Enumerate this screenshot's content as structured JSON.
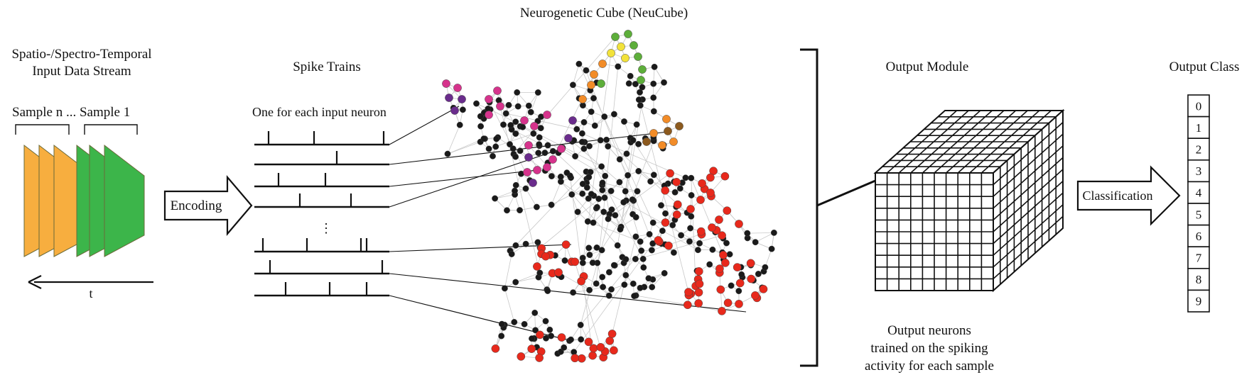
{
  "title": "Neurogenetic Cube (NeuCube)",
  "input": {
    "heading_line1": "Spatio-/Spectro-Temporal",
    "heading_line2": "Input Data Stream",
    "sample_label": "Sample n ... Sample 1",
    "time_label": "t"
  },
  "encoding_label": "Encoding",
  "spike_trains": {
    "heading": "Spike Trains",
    "subheading": "One for each input neuron",
    "ellipsis": "⋮"
  },
  "output_module": {
    "heading": "Output Module",
    "caption_line1": "Output neurons",
    "caption_line2": "trained on the spiking",
    "caption_line3": "activity for each sample"
  },
  "classification_label": "Classification",
  "output_class": {
    "heading": "Output Class",
    "classes": [
      "0",
      "1",
      "2",
      "3",
      "4",
      "5",
      "6",
      "7",
      "8",
      "9"
    ]
  },
  "colors": {
    "sample_orange": "#F7AE3F",
    "sample_green": "#3CB54A",
    "neuron_black": "#1a1a1a",
    "neuron_red": "#E8291C",
    "neuron_magenta": "#D6338C",
    "neuron_purple": "#6A2C8C",
    "neuron_orange": "#F28C28",
    "neuron_green": "#5DAE3A",
    "neuron_yellow": "#F2E23A",
    "neuron_brown": "#8C5A1E",
    "edge_gray": "#c8c8c8"
  }
}
